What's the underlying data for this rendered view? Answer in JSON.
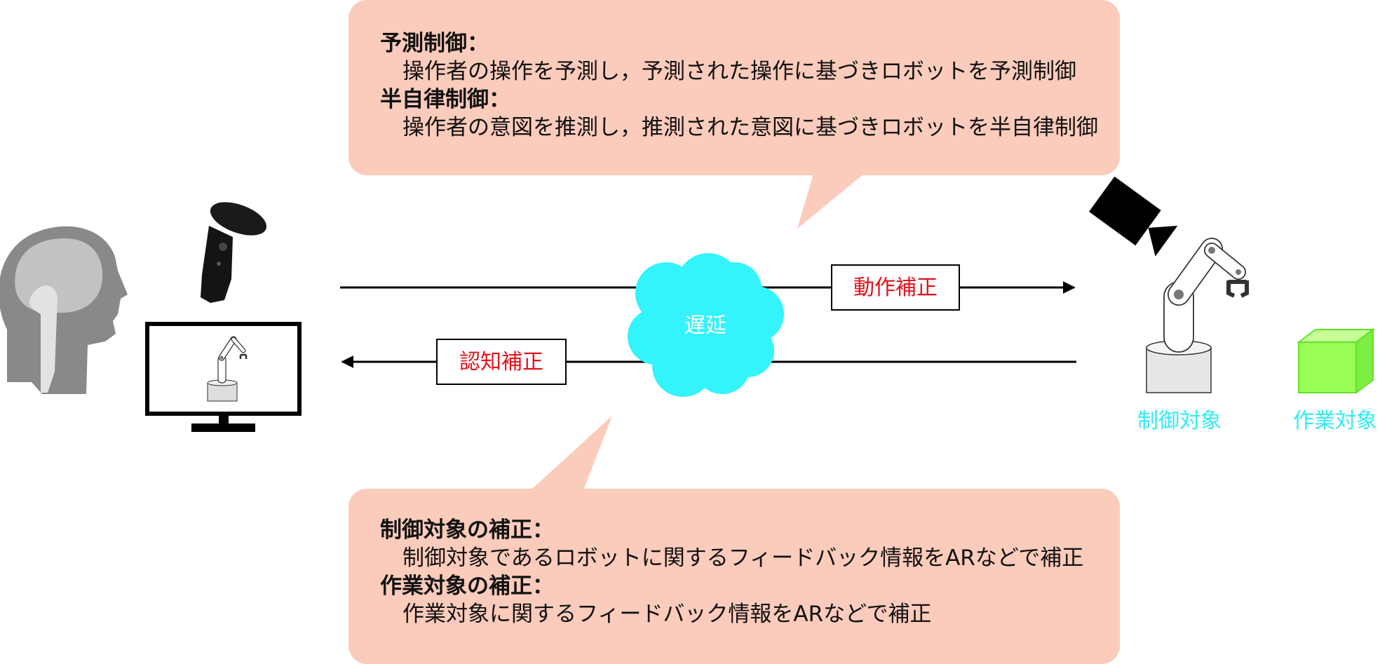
{
  "top_callout": {
    "item1_title": "予測制御：",
    "item1_body": "操作者の操作を予測し，予測された操作に基づきロボットを予測制御",
    "item2_title": "半自律制御：",
    "item2_body": "操作者の意図を推測し，推測された意図に基づきロボットを半自律制御"
  },
  "bottom_callout": {
    "item1_title": "制御対象の補正：",
    "item1_body": "制御対象であるロボットに関するフィードバック情報をARなどで補正",
    "item2_title": "作業対象の補正：",
    "item2_body": "作業対象に関するフィードバック情報をARなどで補正"
  },
  "motion_correction_label": "動作補正",
  "cognition_correction_label": "認知補正",
  "delay_label": "遅延",
  "controlled_object_label": "制御対象",
  "work_object_label": "作業対象",
  "icons": {
    "operator": "human-head-brain-icon",
    "controller": "vr-controller-icon",
    "monitor": "monitor-icon",
    "camera": "video-camera-icon",
    "robot": "robot-arm-icon",
    "box": "cube-icon"
  },
  "colors": {
    "callout_fill": "#fbcbbb",
    "label_red": "#e0141c",
    "cloud_cyan": "#33f3fb",
    "target_cyan": "#33eaf5",
    "cube_green": "#99ff55"
  }
}
